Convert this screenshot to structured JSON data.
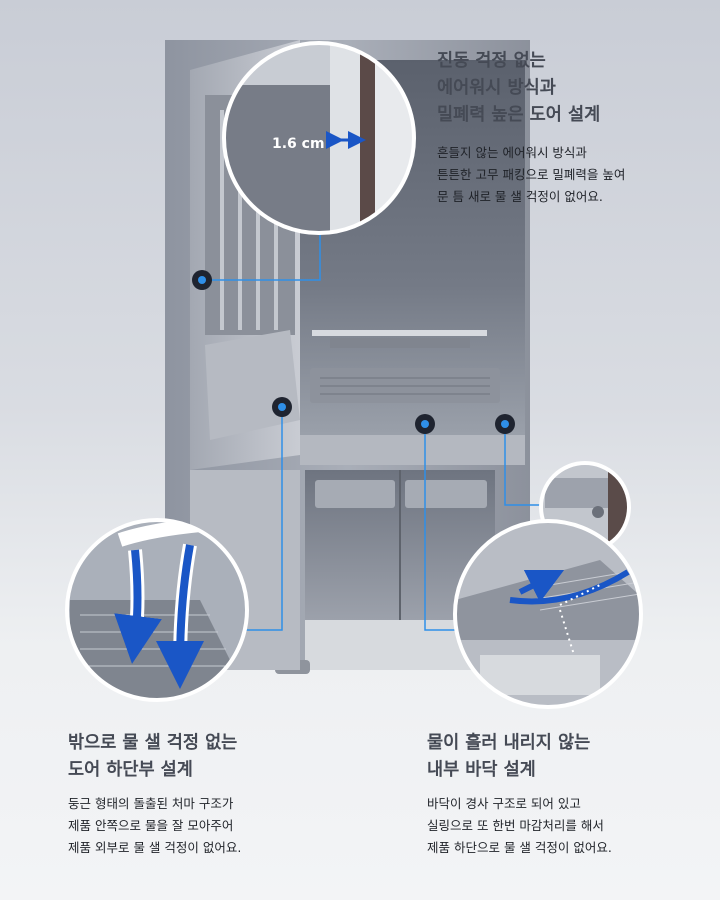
{
  "callouts": {
    "top_right": {
      "heading": "진동 걱정 없는\n에어워시 방식과\n밀폐력 높은 도어 설계",
      "desc": "흔들지 않는 에어워시 방식과\n튼튼한 고무 패킹으로 밀폐력을 높여\n문 틈 새로 물 샐 걱정이 없어요.",
      "measure_label": "1.6 cm"
    },
    "bottom_left": {
      "heading": "밖으로 물 샐 걱정 없는\n도어 하단부 설계",
      "desc": "둥근 형태의 돌출된 처마 구조가\n제품 안쪽으로 물을 잘 모아주어\n제품 외부로 물 샐 걱정이 없어요."
    },
    "bottom_right": {
      "heading": "물이 흘러 내리지 않는\n내부 바닥 설계",
      "desc": "바닥이 경사 구조로 되어 있고\n실링으로 또 한번 마감처리를 해서\n제품 하단으로 물 샐 걱정이 없어요."
    }
  },
  "colors": {
    "accent_line": "#2f8fe8",
    "arrow_blue": "#1a56c6",
    "heading_text": "#454a55",
    "body_text": "#1f2228"
  }
}
